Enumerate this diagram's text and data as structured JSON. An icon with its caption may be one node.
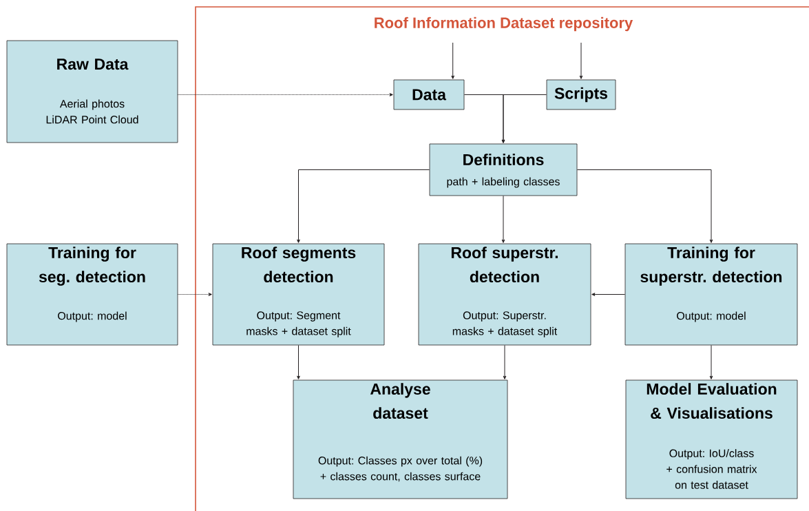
{
  "diagram": {
    "nodes": [
      {
        "text": [
          "Roof Information Dataset repository"
        ]
      },
      {
        "text": [
          "Raw Data",
          "Aerial photos LiDAR Point Cloud"
        ]
      },
      {
        "text": [
          "Data"
        ],
        "in": 0
      },
      {
        "text": [
          "Scripts"
        ],
        "in": 0
      },
      {
        "text": [
          "Definitions",
          "path + labeling classes"
        ],
        "in": 0
      },
      {
        "text": [
          "Training for seg. detection",
          "Output: model"
        ]
      },
      {
        "text": [
          "Roof segments detection",
          "Output: Segment masks + dataset split"
        ],
        "in": 0
      },
      {
        "text": [
          "Roof superstr. detection",
          "Output: Superstr. masks + dataset split"
        ],
        "in": 0
      },
      {
        "text": [
          "Training for superstr. detection",
          "Output: model"
        ],
        "in": 0
      },
      {
        "text": [
          "Analyse dataset",
          "Output: Classes px over total (%) + classes count, classes surface"
        ],
        "in": 0
      },
      {
        "text": [
          "Model Evaluation & Visualisations",
          "Output: IoU/class + confusion matrix on test dataset"
        ],
        "in": 0
      }
    ],
    "edges": [
      {
        "from": null,
        "to": 2,
        "arrow": "to"
      },
      {
        "from": null,
        "to": 3,
        "arrow": "to"
      },
      {
        "from": 2,
        "to": 4,
        "arrow": "to"
      },
      {
        "from": 3,
        "to": 4,
        "arrow": "to"
      },
      {
        "from": 1,
        "to": 2,
        "arrow": "to",
        "style": "dashed"
      },
      {
        "from": 4,
        "to": 6,
        "arrow": "to"
      },
      {
        "from": 4,
        "to": 7,
        "arrow": "to"
      },
      {
        "from": 4,
        "to": 8,
        "arrow": "to"
      },
      {
        "from": 5,
        "to": 6,
        "arrow": "to",
        "style": "dashed"
      },
      {
        "from": 8,
        "to": 7,
        "arrow": "to"
      },
      {
        "from": 6,
        "to": 9,
        "arrow": "to"
      },
      {
        "from": 7,
        "to": 9,
        "arrow": "to"
      },
      {
        "from": 8,
        "to": 10,
        "arrow": "to"
      }
    ]
  }
}
